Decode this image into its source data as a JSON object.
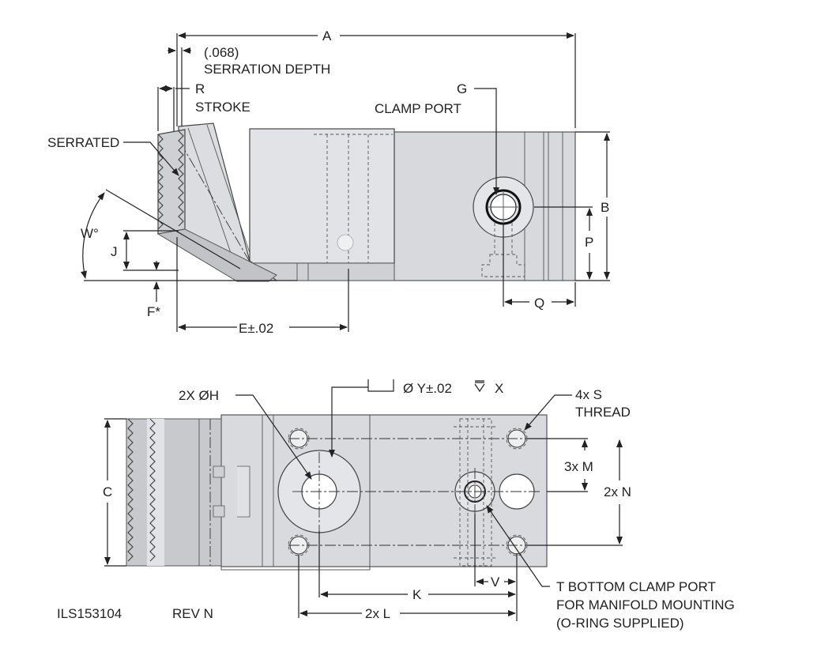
{
  "labels": {
    "a": "A",
    "serration_value": "(.068)",
    "serration_depth": "SERRATION DEPTH",
    "r": "R",
    "stroke": "STROKE",
    "g": "G",
    "clamp_port": "CLAMP PORT",
    "serrated": "SERRATED",
    "b": "B",
    "w": "W°",
    "j": "J",
    "p": "P",
    "f": "F*",
    "q": "Q",
    "e": "E±.02",
    "h": "2X ØH",
    "y": "Ø Y±.02",
    "x": "X",
    "s1": "4x S",
    "s2": "THREAD",
    "m": "3x M",
    "c": "C",
    "n": "2x N",
    "v": "V",
    "k": "K",
    "l": "2x L",
    "t1": "T  BOTTOM CLAMP PORT",
    "t2": "FOR MANIFOLD MOUNTING",
    "t3": "(O-RING SUPPLIED)",
    "part_no": "ILS153104",
    "rev": "REV N"
  },
  "colors": {
    "body": "#d9dade",
    "body_dark": "#c6c7cb",
    "face": "#e6e7ea",
    "line": "#222222"
  }
}
